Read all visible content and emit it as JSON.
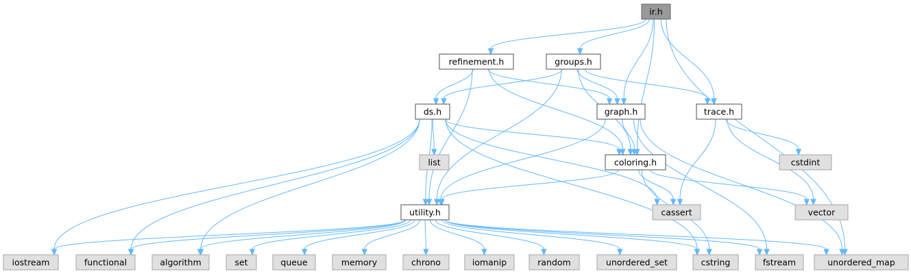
{
  "colors": {
    "edge": "#63b8ff",
    "header_fill": "#ffffff",
    "header_stroke": "#4d4d4d",
    "system_fill": "#e0e0e0",
    "system_stroke": "#a6a6a6",
    "root_fill": "#999999"
  },
  "graph": {
    "nodes": [
      {
        "id": "ir_h",
        "label": "ir.h",
        "kind": "root"
      },
      {
        "id": "refinement_h",
        "label": "refinement.h",
        "kind": "header"
      },
      {
        "id": "groups_h",
        "label": "groups.h",
        "kind": "header"
      },
      {
        "id": "ds_h",
        "label": "ds.h",
        "kind": "header"
      },
      {
        "id": "graph_h",
        "label": "graph.h",
        "kind": "header"
      },
      {
        "id": "trace_h",
        "label": "trace.h",
        "kind": "header"
      },
      {
        "id": "list",
        "label": "list",
        "kind": "system"
      },
      {
        "id": "coloring_h",
        "label": "coloring.h",
        "kind": "header"
      },
      {
        "id": "cstdint",
        "label": "cstdint",
        "kind": "system"
      },
      {
        "id": "utility_h",
        "label": "utility.h",
        "kind": "header"
      },
      {
        "id": "cassert",
        "label": "cassert",
        "kind": "system"
      },
      {
        "id": "vector",
        "label": "vector",
        "kind": "system"
      },
      {
        "id": "iostream",
        "label": "iostream",
        "kind": "system"
      },
      {
        "id": "functional",
        "label": "functional",
        "kind": "system"
      },
      {
        "id": "algorithm",
        "label": "algorithm",
        "kind": "system"
      },
      {
        "id": "set",
        "label": "set",
        "kind": "system"
      },
      {
        "id": "queue",
        "label": "queue",
        "kind": "system"
      },
      {
        "id": "memory",
        "label": "memory",
        "kind": "system"
      },
      {
        "id": "chrono",
        "label": "chrono",
        "kind": "system"
      },
      {
        "id": "iomanip",
        "label": "iomanip",
        "kind": "system"
      },
      {
        "id": "random",
        "label": "random",
        "kind": "system"
      },
      {
        "id": "unordered_set",
        "label": "unordered_set",
        "kind": "system"
      },
      {
        "id": "cstring",
        "label": "cstring",
        "kind": "system"
      },
      {
        "id": "fstream",
        "label": "fstream",
        "kind": "system"
      },
      {
        "id": "unordered_map",
        "label": "unordered_map",
        "kind": "system"
      }
    ],
    "edges": [
      [
        "ir_h",
        "refinement_h"
      ],
      [
        "ir_h",
        "groups_h"
      ],
      [
        "ir_h",
        "graph_h"
      ],
      [
        "ir_h",
        "coloring_h"
      ],
      [
        "ir_h",
        "trace_h"
      ],
      [
        "ir_h",
        "unordered_map"
      ],
      [
        "refinement_h",
        "ds_h"
      ],
      [
        "refinement_h",
        "graph_h"
      ],
      [
        "refinement_h",
        "coloring_h"
      ],
      [
        "refinement_h",
        "utility_h"
      ],
      [
        "groups_h",
        "ds_h"
      ],
      [
        "groups_h",
        "graph_h"
      ],
      [
        "groups_h",
        "coloring_h"
      ],
      [
        "groups_h",
        "trace_h"
      ],
      [
        "groups_h",
        "utility_h"
      ],
      [
        "ds_h",
        "list"
      ],
      [
        "ds_h",
        "coloring_h"
      ],
      [
        "ds_h",
        "utility_h"
      ],
      [
        "ds_h",
        "cassert"
      ],
      [
        "ds_h",
        "iostream"
      ],
      [
        "ds_h",
        "functional"
      ],
      [
        "ds_h",
        "algorithm"
      ],
      [
        "ds_h",
        "cstring"
      ],
      [
        "graph_h",
        "coloring_h"
      ],
      [
        "graph_h",
        "utility_h"
      ],
      [
        "graph_h",
        "fstream"
      ],
      [
        "graph_h",
        "unordered_map"
      ],
      [
        "trace_h",
        "cstdint"
      ],
      [
        "trace_h",
        "vector"
      ],
      [
        "trace_h",
        "cassert"
      ],
      [
        "coloring_h",
        "utility_h"
      ],
      [
        "coloring_h",
        "cassert"
      ],
      [
        "coloring_h",
        "vector"
      ],
      [
        "coloring_h",
        "cstring"
      ],
      [
        "utility_h",
        "iostream"
      ],
      [
        "utility_h",
        "functional"
      ],
      [
        "utility_h",
        "algorithm"
      ],
      [
        "utility_h",
        "set"
      ],
      [
        "utility_h",
        "queue"
      ],
      [
        "utility_h",
        "memory"
      ],
      [
        "utility_h",
        "chrono"
      ],
      [
        "utility_h",
        "iomanip"
      ],
      [
        "utility_h",
        "random"
      ],
      [
        "utility_h",
        "unordered_set"
      ],
      [
        "utility_h",
        "cstring"
      ],
      [
        "utility_h",
        "fstream"
      ],
      [
        "utility_h",
        "unordered_map"
      ]
    ]
  }
}
